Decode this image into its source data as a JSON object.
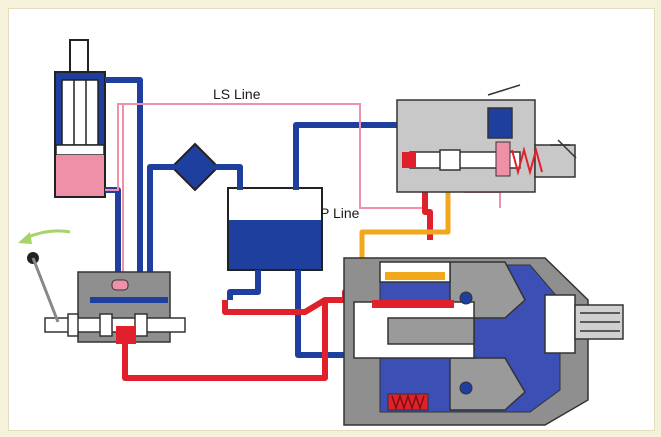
{
  "labels": {
    "ls_line": "LS Line",
    "p_line": "P Line"
  },
  "colors": {
    "background": "#f6f1da",
    "tank_return": "#1f3f9e",
    "pressure": "#e0202a",
    "load_sense": "#f090a8",
    "pilot": "#f2a81d",
    "housing": "#9a9a9a"
  },
  "icons": {
    "cylinder": "hydraulic-cylinder",
    "filter": "filter-diamond",
    "reservoir": "tank",
    "valve": "directional-control-valve",
    "lever": "control-lever",
    "arrow": "curved-arrow",
    "compensator": "pressure-compensator-valve",
    "pump": "variable-displacement-pump"
  }
}
